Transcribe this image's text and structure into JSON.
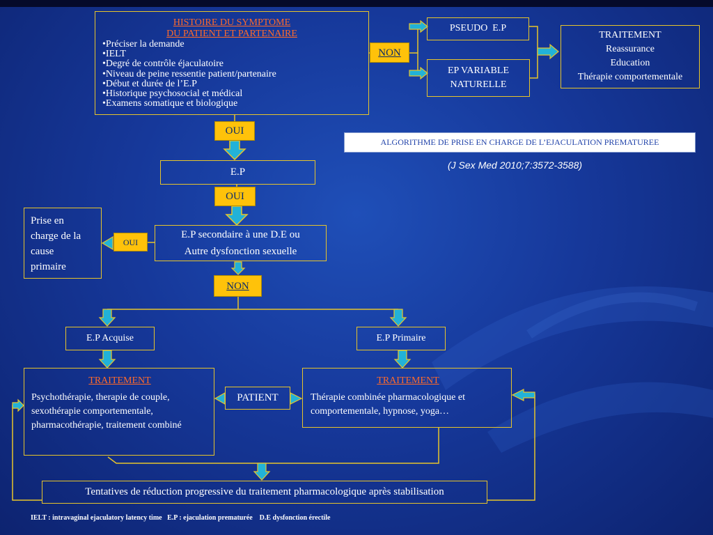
{
  "history_box": {
    "title_line1": "HISTOIRE DU SYMPTOME",
    "title_line2": "DU PATIENT ET PARTENAIRE",
    "items": [
      "Préciser la demande",
      "IELT",
      "Degré de contrôle éjaculatoire",
      "Niveau de peine ressentie patient/partenaire",
      "Début et durée de l’E.P",
      "Historique psychosocial et médical",
      "Examens somatique et biologique"
    ]
  },
  "non_top": "NON",
  "pseudo_ep": "PSEUDO  E.P",
  "ep_variable_line1": "EP VARIABLE",
  "ep_variable_line2": "NATURELLE",
  "traitement_top": {
    "title": "TRAITEMENT",
    "lines": [
      "Reassurance",
      "Education",
      "Thérapie comportementale"
    ]
  },
  "oui_1": "OUI",
  "ep_box": "E.P",
  "oui_2": "OUI",
  "algorithm_title": "ALGORITHME DE PRISE EN CHARGE DE L’EJACULATION PREMATUREE",
  "reference": "(J Sex Med 2010;7:3572-3588)",
  "ep_secondaire_line1": "E.P secondaire à une D.E ou",
  "ep_secondaire_line2": "Autre dysfonction sexuelle",
  "oui_left": "OUI",
  "prise_en_charge_lines": [
    "Prise en",
    "charge de la",
    "cause",
    "primaire"
  ],
  "non_mid": "NON",
  "ep_acquise": "E.P Acquise",
  "ep_primaire": "E.P Primaire",
  "traitement_left": {
    "title": "TRAITEMENT",
    "text": "Psychothérapie, therapie de couple, sexothérapie comportementale, pharmacothérapie, traitement combiné"
  },
  "patient": "PATIENT",
  "traitement_right": {
    "title": "TRAITEMENT",
    "text": "Thérapie combinée pharmacologique et comportementale, hypnose, yoga…"
  },
  "tentatives": "Tentatives de réduction progressive du traitement pharmacologique après stabilisation",
  "footnote": "IELT : intravaginal ejaculatory latency time   E.P : ejaculation prematurée    D.E dysfonction érectile",
  "colors": {
    "background": "#16389a",
    "box_border": "#e8c52a",
    "yellow_label": "#ffc20a",
    "arrow_fill": "#22b2d8",
    "arrow_outline": "#e8c52a",
    "title_orange": "#ff6a2a"
  }
}
